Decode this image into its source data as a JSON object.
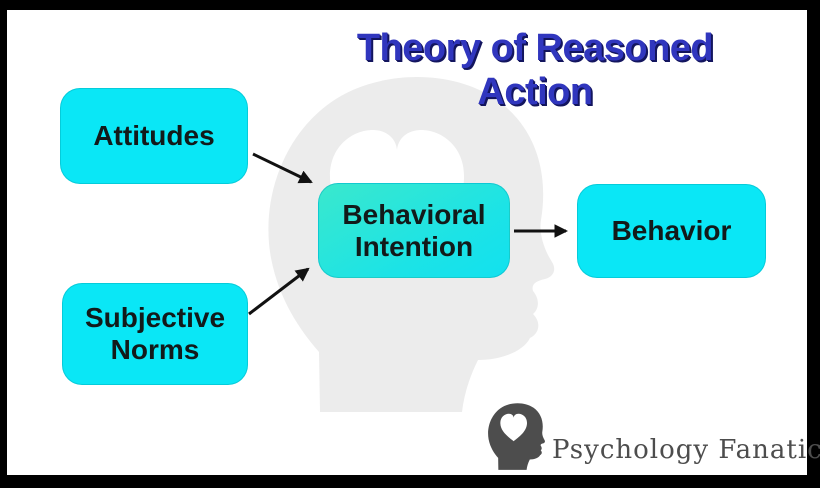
{
  "title": {
    "line1": "Theory of Reasoned",
    "line2": "Action"
  },
  "nodes": {
    "attitudes": {
      "label": "Attitudes"
    },
    "subjective_norms": {
      "label": "Subjective Norms"
    },
    "behavioral_intention": {
      "label": "Behavioral Intention"
    },
    "behavior": {
      "label": "Behavior"
    }
  },
  "edges": [
    {
      "from": "Attitudes",
      "to": "Behavioral Intention"
    },
    {
      "from": "Subjective Norms",
      "to": "Behavioral Intention"
    },
    {
      "from": "Behavioral Intention",
      "to": "Behavior"
    }
  ],
  "logo": {
    "text": "Psychology Fanatic",
    "icon": "head-with-heart-icon"
  },
  "colors": {
    "box_fill": "#0ae7f6",
    "box_fill_center": "#2de6d9",
    "title_blue": "#3036be",
    "title_shadow": "#13155e",
    "head_silhouette": "#ececec",
    "heart_fill": "#ffffff",
    "logo_gray": "#4d4d4d",
    "arrow": "#111111",
    "frame": "#000000",
    "background": "#ffffff"
  }
}
